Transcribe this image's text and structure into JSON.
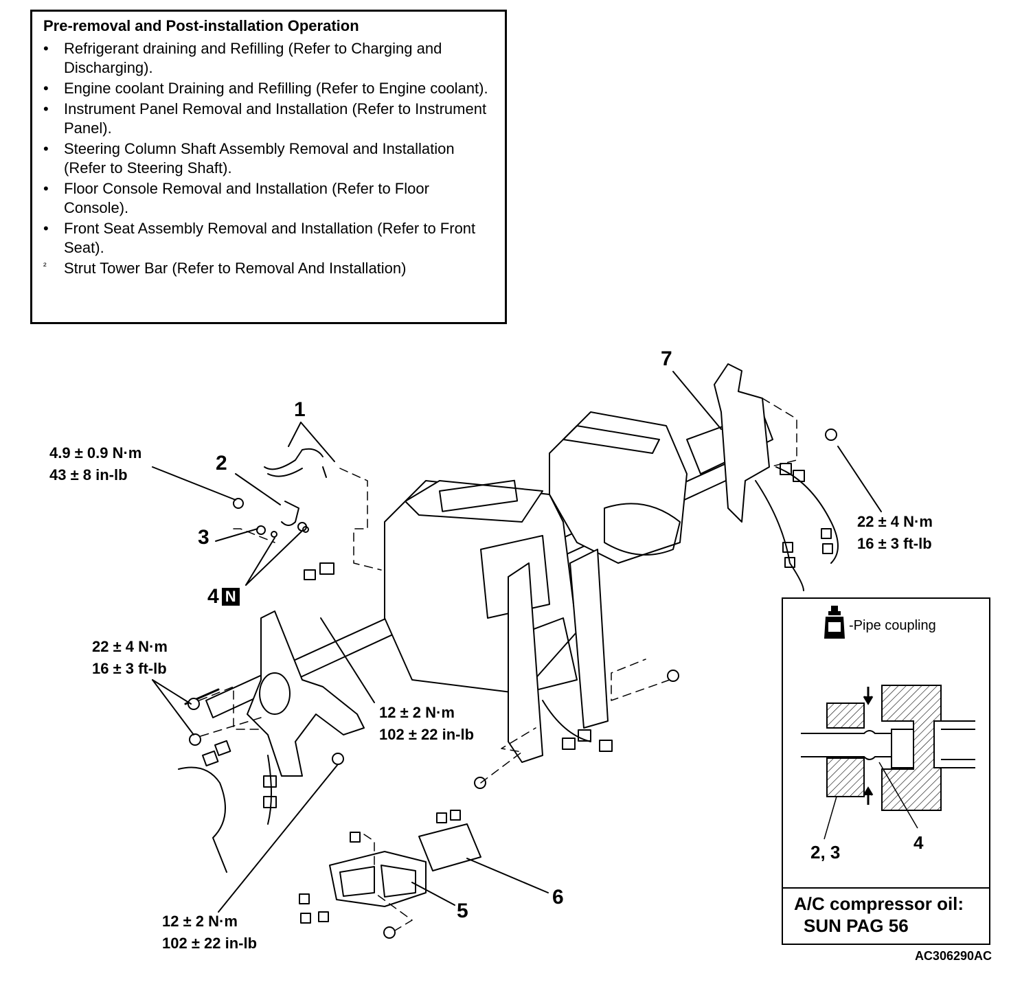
{
  "operation_box": {
    "title": "Pre-removal and Post-installation Operation",
    "items": [
      {
        "bullet": "•",
        "text": "Refrigerant draining and Refilling (Refer to Charging and Discharging)."
      },
      {
        "bullet": "•",
        "text": "Engine coolant Draining and Refilling (Refer to Engine coolant)."
      },
      {
        "bullet": "•",
        "text": "Instrument Panel Removal and Installation (Refer to Instrument Panel)."
      },
      {
        "bullet": "•",
        "text": "Steering Column Shaft Assembly Removal and Installation (Refer to Steering Shaft)."
      },
      {
        "bullet": "•",
        "text": "Floor Console Removal and Installation (Refer to Floor Console)."
      },
      {
        "bullet": "•",
        "text": "Front Seat Assembly Removal and Installation (Refer to Front Seat)."
      },
      {
        "bullet": "²",
        "text": "Strut Tower Bar (Refer to Removal And Installation)"
      }
    ]
  },
  "callouts": {
    "n1": "1",
    "n2": "2",
    "n3": "3",
    "n4": "4",
    "n4_badge": "N",
    "n5": "5",
    "n6": "6",
    "n7": "7"
  },
  "torques": {
    "t_a_line1": "4.9 ± 0.9 N·m",
    "t_a_line2": "43 ± 8 in-lb",
    "t_b_line1": "22 ± 4 N·m",
    "t_b_line2": "16 ± 3 ft-lb",
    "t_c_line1": "22 ± 4 N·m",
    "t_c_line2": "16 ± 3 ft-lb",
    "t_d_line1": "12 ± 2 N·m",
    "t_d_line2": "102 ± 22 in-lb",
    "t_e_line1": "12 ± 2 N·m",
    "t_e_line2": "102 ± 22 in-lb"
  },
  "inset": {
    "coupling_label": "-Pipe coupling",
    "label_23": "2, 3",
    "label_4": "4",
    "oil_line1": "A/C compressor oil:",
    "oil_line2": "SUN PAG 56"
  },
  "figure_code": "AC306290AC"
}
